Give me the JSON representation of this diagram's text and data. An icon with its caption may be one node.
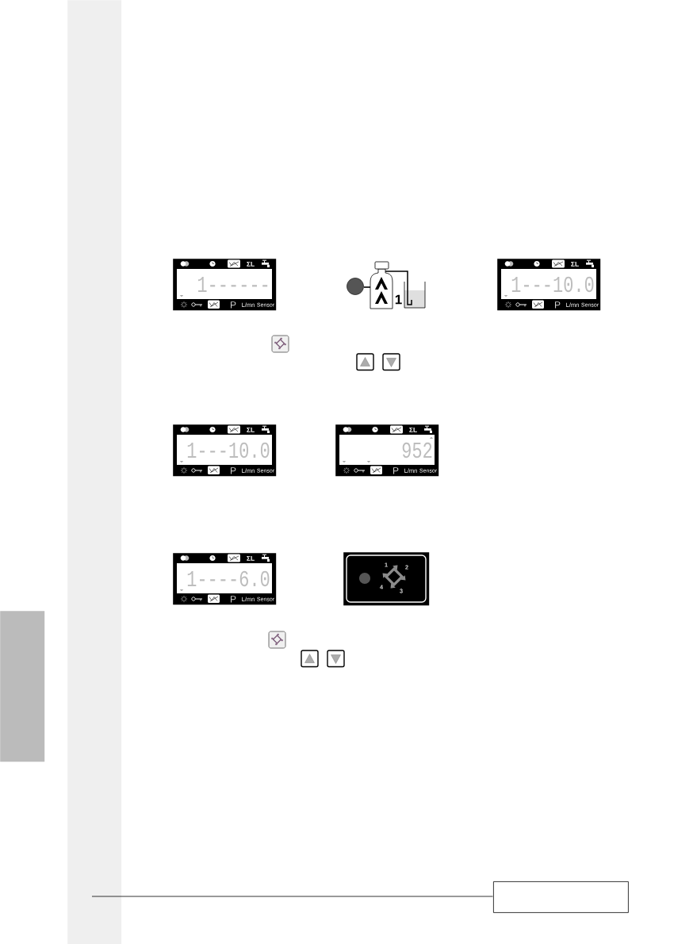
{
  "diagram": {
    "nodes": [
      {
        "text": [],
        "shape": "bar"
      },
      {
        "text": [
          "ΣL",
          "1------",
          "P",
          "L/mn",
          "Sensor"
        ]
      },
      {
        "text": [
          "ΣL",
          "1---10.0",
          "P",
          "L/mn",
          "Sensor"
        ]
      },
      {
        "text": [
          "ΣL",
          "1---10.0",
          "P",
          "L/mn",
          "Sensor"
        ]
      },
      {
        "text": [
          "ΣL",
          "952",
          "P",
          "L/mn",
          "Sensor"
        ]
      },
      {
        "text": [
          "ΣL",
          "1----6.0",
          "P",
          "L/mn",
          "Sensor"
        ]
      },
      {
        "text": [
          "1",
          "2",
          "4",
          "3"
        ]
      },
      {
        "text": [],
        "shape": "bar"
      },
      {
        "text": [],
        "shape": "box"
      }
    ],
    "labels": [
      "1"
    ]
  }
}
